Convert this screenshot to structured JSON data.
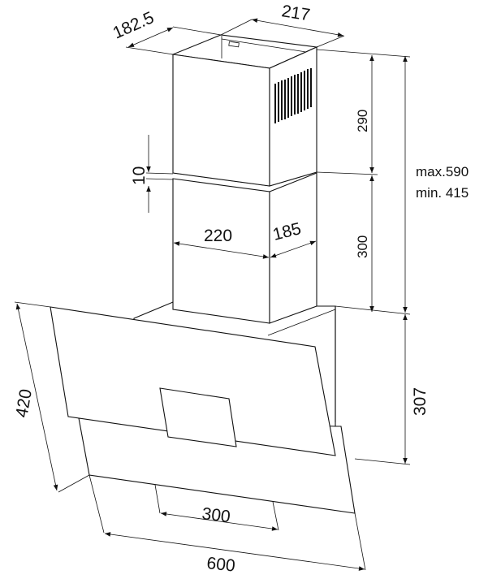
{
  "drawing": {
    "line_color": "#111111",
    "dimensions": {
      "chimney_depth": "182.5",
      "chimney_width_top": "217",
      "upper_chimney_height": "290",
      "lower_chimney_height": "300",
      "overlap": "10",
      "lower_chimney_width": "220",
      "lower_chimney_depth": "185",
      "total_max": "max.590",
      "total_min": "min. 415",
      "canopy_height": "307",
      "glass_depth": "420",
      "control_width": "300",
      "hood_width": "600"
    }
  }
}
